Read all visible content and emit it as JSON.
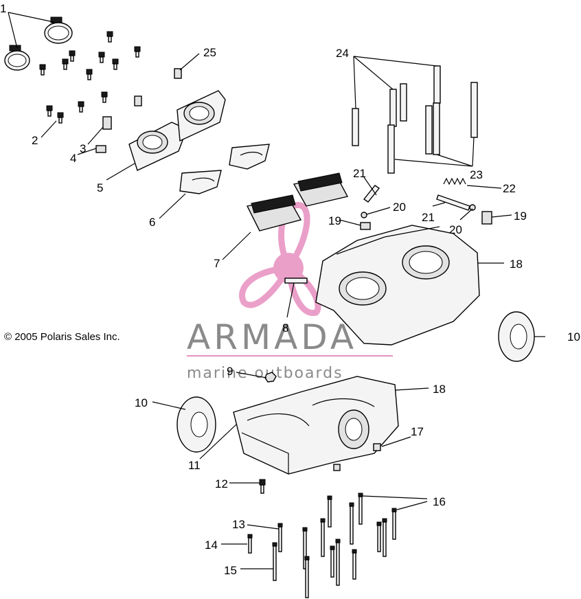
{
  "copyright": "© 2005 Polaris Sales Inc.",
  "watermark": {
    "title": "ARMADA",
    "subtitle": "marine outboards",
    "color": "#e78fbf"
  },
  "callouts": [
    "1",
    "2",
    "3",
    "4",
    "5",
    "6",
    "7",
    "8",
    "9",
    "10",
    "10",
    "11",
    "12",
    "13",
    "14",
    "15",
    "16",
    "17",
    "18",
    "18",
    "19",
    "19",
    "20",
    "20",
    "21",
    "21",
    "22",
    "23",
    "24",
    "25"
  ]
}
